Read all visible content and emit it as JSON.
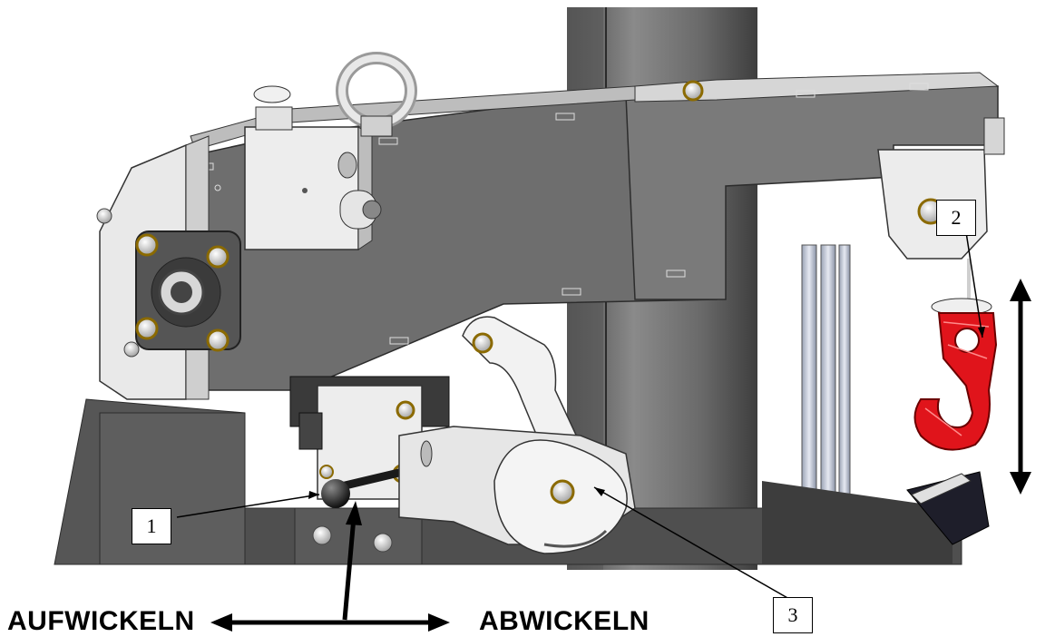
{
  "callouts": {
    "one": "1",
    "two": "2",
    "three": "3"
  },
  "directions": {
    "left": "AUFWICKELN",
    "right": "ABWICKELN"
  },
  "colors": {
    "hook": "#e0141b",
    "machine": "#6b6b6b",
    "plate": "#e8e8e8",
    "arrow": "#000000"
  }
}
